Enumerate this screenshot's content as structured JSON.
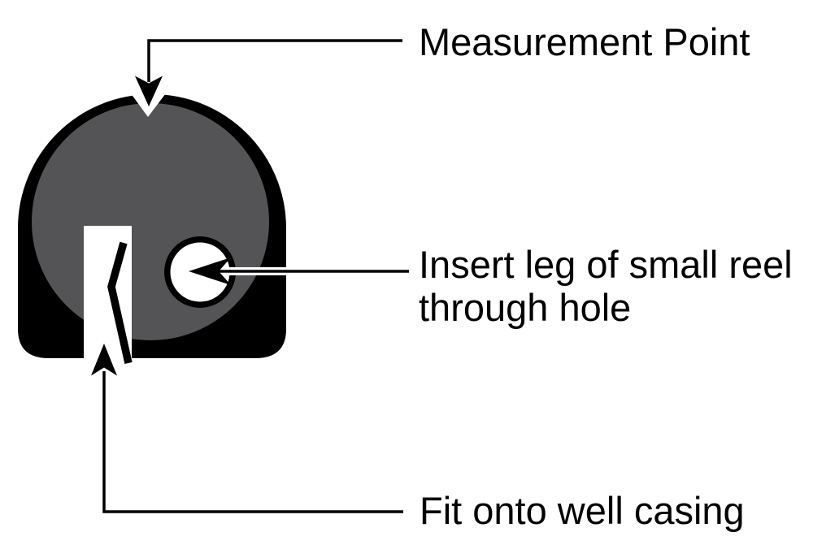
{
  "colors": {
    "ink": "#000000",
    "body_gray": "#545456",
    "paper": "#ffffff"
  },
  "labels": {
    "measurement_point": "Measurement Point",
    "insert_leg_line1": "Insert leg of small reel",
    "insert_leg_line2": "through hole",
    "fit_onto_well_casing": "Fit onto well casing"
  }
}
